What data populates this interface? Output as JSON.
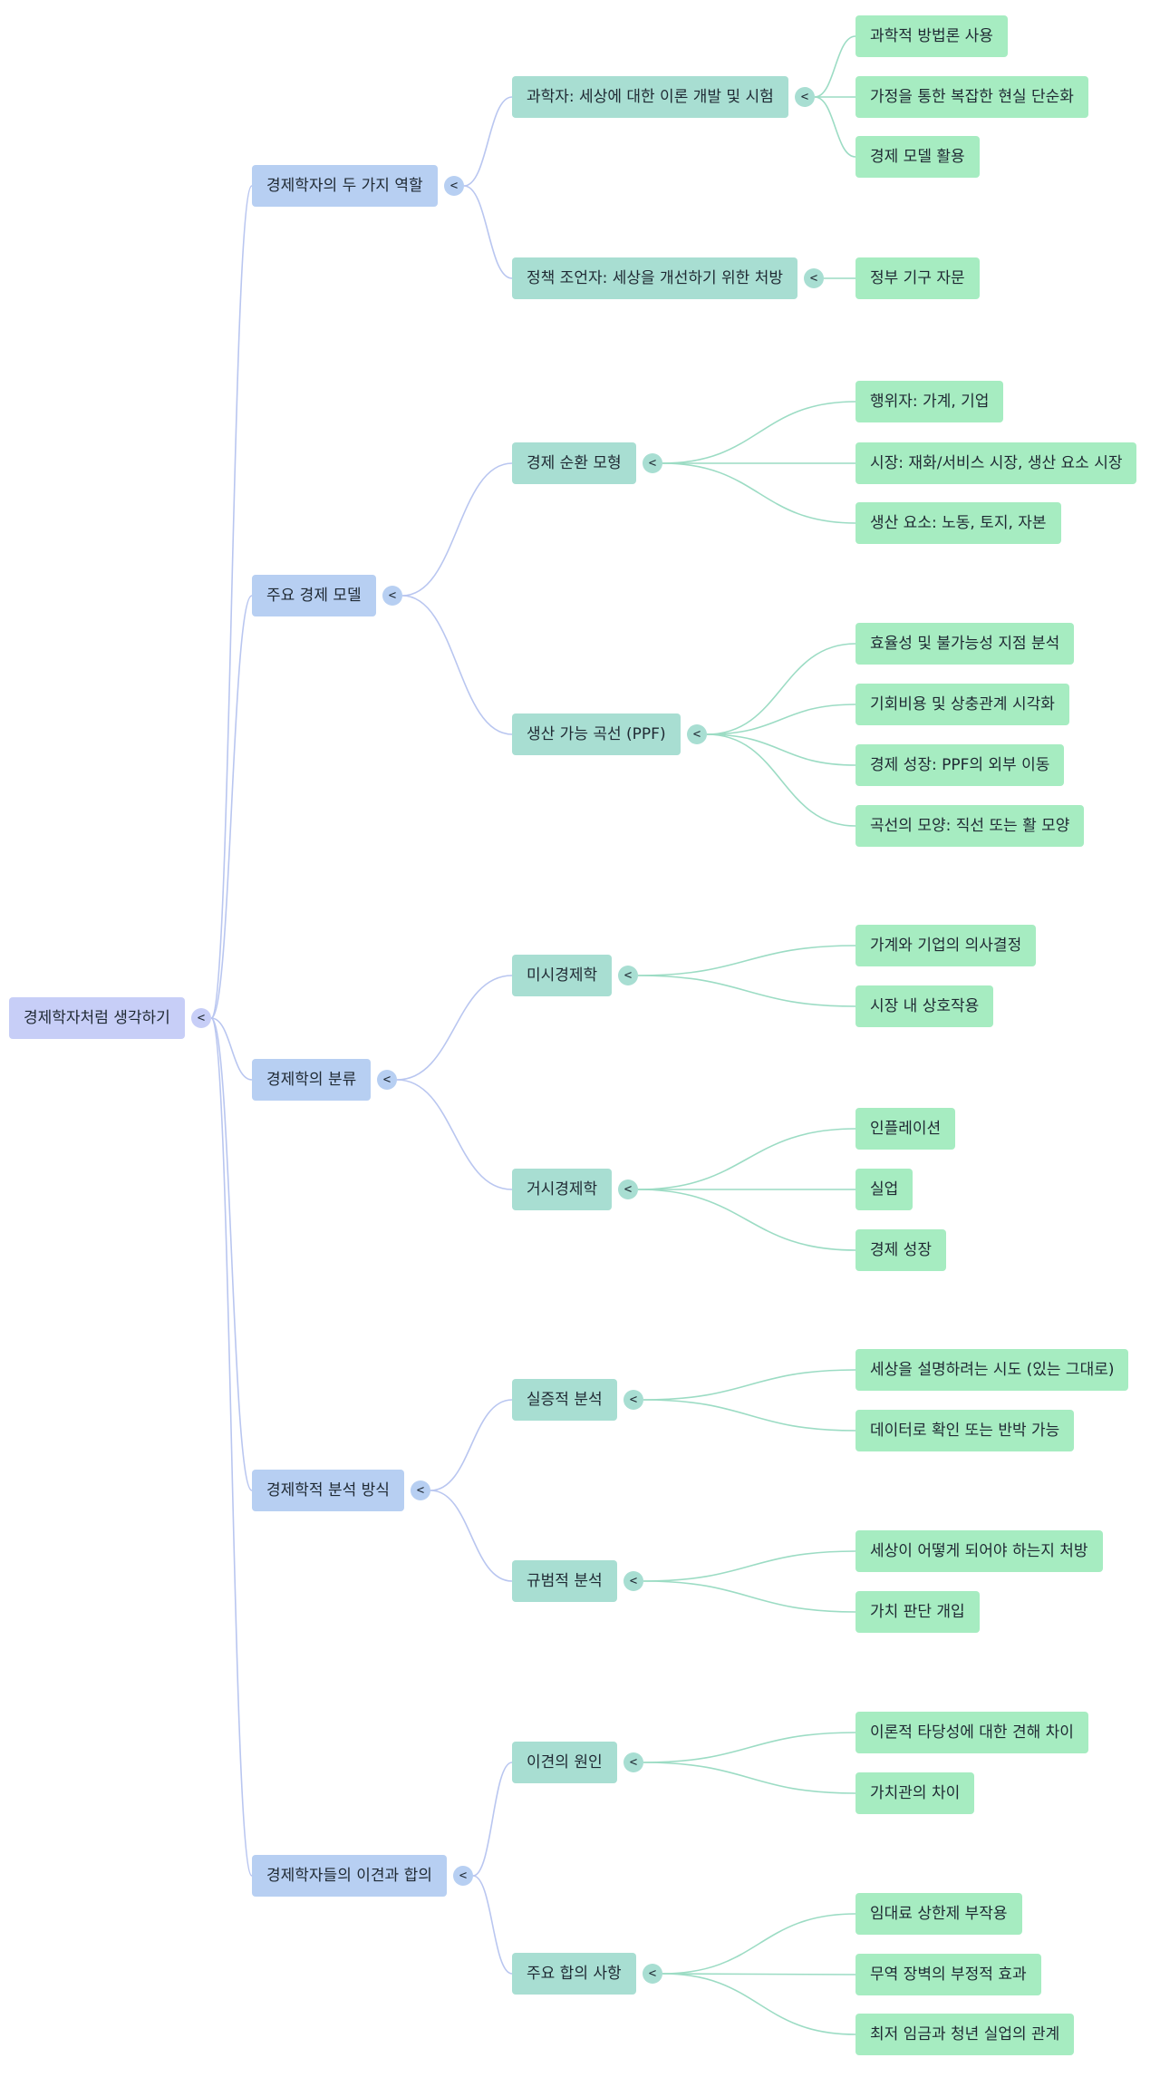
{
  "colors": {
    "root": "#c7cef7",
    "level1": "#b7cff2",
    "level2": "#a8ded2",
    "level3": "#a6ecc1",
    "edge_upper": "#b9c6f0",
    "edge_lower": "#9cdcc4"
  },
  "toggle_symbol": "<",
  "root": {
    "label": "경제학자처럼 생각하기",
    "children": [
      {
        "label": "경제학자의 두 가지 역할",
        "children": [
          {
            "label": "과학자: 세상에 대한 이론 개발 및 시험",
            "children": [
              {
                "label": "과학적 방법론 사용"
              },
              {
                "label": "가정을 통한 복잡한 현실 단순화"
              },
              {
                "label": "경제 모델 활용"
              }
            ]
          },
          {
            "label": "정책 조언자: 세상을 개선하기 위한 처방",
            "children": [
              {
                "label": "정부 기구 자문"
              }
            ]
          }
        ]
      },
      {
        "label": "주요 경제 모델",
        "children": [
          {
            "label": "경제 순환 모형",
            "children": [
              {
                "label": "행위자: 가계, 기업"
              },
              {
                "label": "시장: 재화/서비스 시장, 생산 요소 시장"
              },
              {
                "label": "생산 요소: 노동, 토지, 자본"
              }
            ]
          },
          {
            "label": "생산 가능 곡선 (PPF)",
            "children": [
              {
                "label": "효율성 및 불가능성 지점 분석"
              },
              {
                "label": "기회비용 및 상충관계 시각화"
              },
              {
                "label": "경제 성장: PPF의 외부 이동"
              },
              {
                "label": "곡선의 모양: 직선 또는 활 모양"
              }
            ]
          }
        ]
      },
      {
        "label": "경제학의 분류",
        "children": [
          {
            "label": "미시경제학",
            "children": [
              {
                "label": "가계와 기업의 의사결정"
              },
              {
                "label": "시장 내 상호작용"
              }
            ]
          },
          {
            "label": "거시경제학",
            "children": [
              {
                "label": "인플레이션"
              },
              {
                "label": "실업"
              },
              {
                "label": "경제 성장"
              }
            ]
          }
        ]
      },
      {
        "label": "경제학적 분석 방식",
        "children": [
          {
            "label": "실증적 분석",
            "children": [
              {
                "label": "세상을 설명하려는 시도 (있는 그대로)"
              },
              {
                "label": "데이터로 확인 또는 반박 가능"
              }
            ]
          },
          {
            "label": "규범적 분석",
            "children": [
              {
                "label": "세상이 어떻게 되어야 하는지 처방"
              },
              {
                "label": "가치 판단 개입"
              }
            ]
          }
        ]
      },
      {
        "label": "경제학자들의 이견과 합의",
        "children": [
          {
            "label": "이견의 원인",
            "children": [
              {
                "label": "이론적 타당성에 대한 견해 차이"
              },
              {
                "label": "가치관의 차이"
              }
            ]
          },
          {
            "label": "주요 합의 사항",
            "children": [
              {
                "label": "임대료 상한제 부작용"
              },
              {
                "label": "무역 장벽의 부정적 효과"
              },
              {
                "label": "최저 임금과 청년 실업의 관계"
              }
            ]
          }
        ]
      }
    ]
  }
}
